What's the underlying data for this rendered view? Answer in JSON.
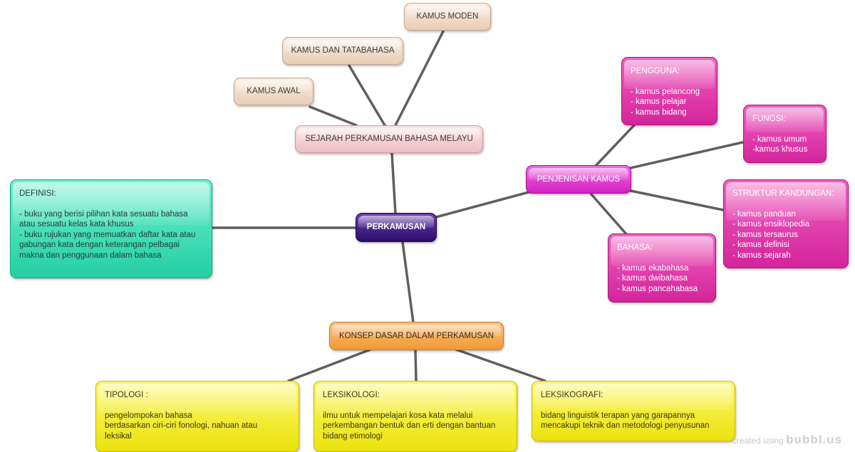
{
  "nodes": {
    "kamus_moden": "KAMUS MODEN",
    "kamus_tatabahasa": "KAMUS DAN TATABAHASA",
    "kamus_awal": "KAMUS AWAL",
    "sejarah": "SEJARAH PERKAMUSAN BAHASA MELAYU",
    "center": "PERKAMUSAN",
    "definisi": {
      "title": "DEFINISI:",
      "lines": [
        "- buku yang berisi pilihan kata sesuatu bahasa",
        "atau sesuatu kelas kata khusus",
        "- buku rujukan yang memuatkan daftar kata atau",
        "gabungan kata dengan keterangan pelbagai",
        "makna dan penggunaan dalam bahasa"
      ]
    },
    "penjenisan": "PENJENISAN KAMUS",
    "pengguna": {
      "title": "PENGGUNA:",
      "lines": [
        "- kamus pelancong",
        "- kamus pelajar",
        "- kamus bidang"
      ]
    },
    "fungsi": {
      "title": "FUNGSI:",
      "lines": [
        "- kamus umum",
        "-kamus khusus"
      ]
    },
    "struktur": {
      "title": "STRUKTUR KANDUNGAN:",
      "lines": [
        "- kamus panduan",
        "- kamus ensiklopedia",
        "- kamus tersaurus",
        "- kamus definisi",
        "- kamus sejarah"
      ]
    },
    "bahasa": {
      "title": "BAHASA:",
      "lines": [
        "- kamus ekabahasa",
        "- kamus dwibahasa",
        "- kamus pancahabasa"
      ]
    },
    "konsep": "KONSEP DASAR DALAM PERKAMUSAN",
    "tipologi": {
      "title": "TIPOLOGI :",
      "lines": [
        "pengelompokan bahasa",
        "berdasarkan ciri-ciri fonologi, nahuan atau",
        "leksikal"
      ]
    },
    "leksikologi": {
      "title": "LEKSIKOLOGI:",
      "lines": [
        "ilmu untuk mempelajari kosa kata melalui",
        "perkembangan bentuk dan erti dengan bantuan",
        "bidang etimologi"
      ]
    },
    "leksikografi": {
      "title": "LEKSIKOGRAFI:",
      "lines": [
        "bidang linguistik terapan yang garapannya",
        "mencakupi teknik dan metodologi penyusunan"
      ]
    }
  },
  "watermark": {
    "prefix": "created using",
    "brand": "bubbl.us"
  }
}
